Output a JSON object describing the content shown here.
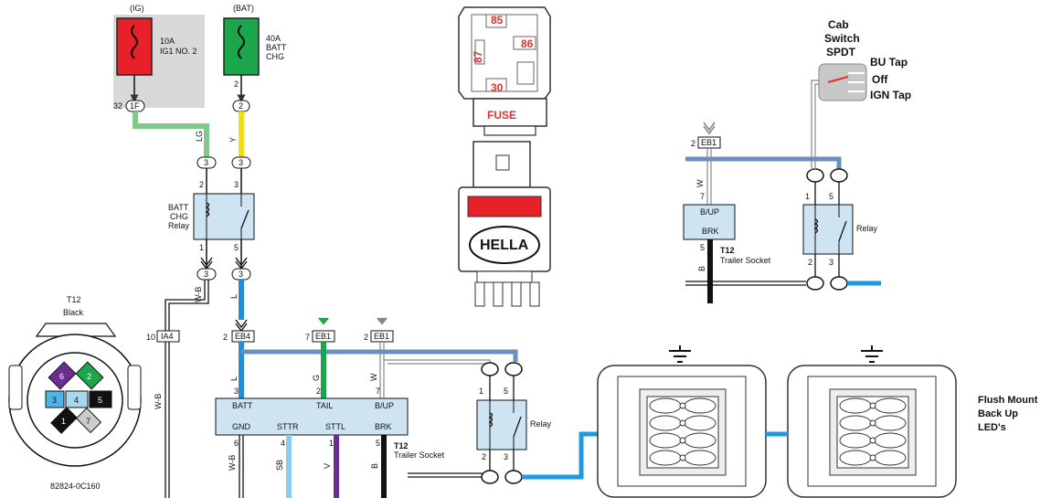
{
  "fuses": [
    {
      "header": "(IG)",
      "rating": "10A",
      "name": "IG1 NO. 2",
      "pin": "32",
      "connector": "1F",
      "color": "#e8202a"
    },
    {
      "header": "(BAT)",
      "rating": "40A",
      "name": "BATT",
      "name2": "CHG",
      "pin": "2",
      "connector": "2",
      "color": "#1ca64c"
    }
  ],
  "wire_colors": {
    "lg": "LG",
    "y": "Y",
    "wb": "W-B",
    "wb2": "W-B",
    "l": "L",
    "l2": "L",
    "g": "G",
    "w": "W",
    "w2": "W",
    "b": "B",
    "b2": "B",
    "sb": "SB",
    "v": "V",
    "wb3": "W-B"
  },
  "batt_relay": {
    "label1": "BATT",
    "label2": "CHG",
    "label3": "Relay",
    "pin_tl": "2",
    "pin_tr": "3",
    "pin_bl": "1",
    "pin_br": "5",
    "conn_top_l": "3",
    "conn_top_r": "3",
    "conn_bot_l": "3",
    "conn_bot_r": "3"
  },
  "t12_plug": {
    "title": "T12",
    "subtitle": "Black",
    "part": "82824-0C160",
    "cells": [
      "6",
      "2",
      "3",
      "4",
      "5",
      "1",
      "7"
    ]
  },
  "ia4": {
    "pin": "10",
    "label": "IA4"
  },
  "eb4": {
    "pin": "2",
    "label": "EB4"
  },
  "eb1_a": {
    "pin": "7",
    "label": "EB1"
  },
  "eb1_b": {
    "pin": "2",
    "label": "EB1"
  },
  "eb1_c": {
    "pin": "2",
    "label": "EB1"
  },
  "socket_main": {
    "top_labels": [
      "BATT",
      "TAIL",
      "B/UP"
    ],
    "bottom_labels": [
      "GND",
      "STTR",
      "STTL",
      "BRK"
    ],
    "pins_top": [
      "3",
      "2",
      "7"
    ],
    "pins_bottom": [
      "6",
      "4",
      "1",
      "5"
    ],
    "name": "T12",
    "desc": "Trailer Socket"
  },
  "socket_right": {
    "top": "B/UP",
    "bottom": "BRK",
    "pin_top": "7",
    "pin_bottom": "5",
    "name": "T12",
    "desc": "Trailer Socket"
  },
  "relay_lower": {
    "label": "Relay",
    "pins": [
      "1",
      "5",
      "2",
      "3"
    ]
  },
  "relay_upper": {
    "label": "Relay",
    "pins": [
      "1",
      "5",
      "2",
      "3"
    ]
  },
  "hella": {
    "pins": [
      "85",
      "86",
      "87",
      "30"
    ],
    "fuse": "FUSE",
    "brand": "HELLA"
  },
  "cab_switch": {
    "line1": "Cab",
    "line2": "Switch",
    "line3": "SPDT",
    "pos1": "BU Tap",
    "pos2": "Off",
    "pos3": "IGN Tap"
  },
  "leds": {
    "line1": "Flush Mount",
    "line2": "Back Up",
    "line3": "LED's"
  }
}
